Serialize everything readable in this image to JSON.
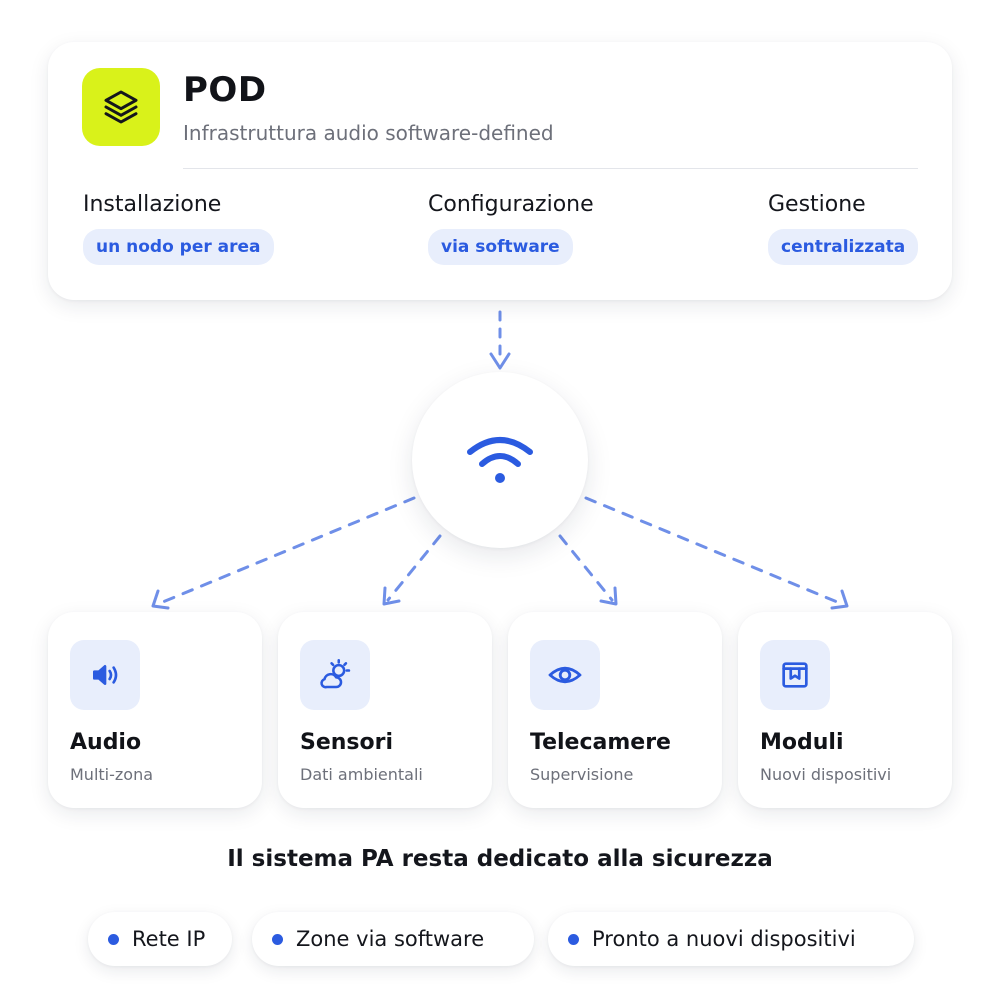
{
  "pod": {
    "title": "POD",
    "subtitle": "Infrastruttura audio software-defined",
    "logo_icon": "layers-icon",
    "features": [
      {
        "name": "Installazione",
        "tag": "un nodo per area"
      },
      {
        "name": "Configurazione",
        "tag": "via software"
      },
      {
        "name": "Gestione",
        "tag": "centralizzata"
      }
    ]
  },
  "hub": {
    "icon": "wifi-icon"
  },
  "devices": [
    {
      "name": "Audio",
      "subtitle": "Multi-zona",
      "icon": "speaker-icon"
    },
    {
      "name": "Sensori",
      "subtitle": "Dati ambientali",
      "icon": "weather-sensor-icon"
    },
    {
      "name": "Telecamere",
      "subtitle": "Supervisione",
      "icon": "eye-icon"
    },
    {
      "name": "Moduli",
      "subtitle": "Nuovi dispositivi",
      "icon": "module-box-icon"
    }
  ],
  "footnote": "Il sistema PA resta dedicato alla sicurezza",
  "chips": [
    "Rete IP",
    "Zone via software",
    "Pronto a nuovi dispositivi"
  ],
  "colors": {
    "accent_blue": "#2b5be0",
    "connector_blue": "#6f8fe8",
    "logo_lime": "#d9f21a",
    "pill_bg": "#e8eefc"
  }
}
